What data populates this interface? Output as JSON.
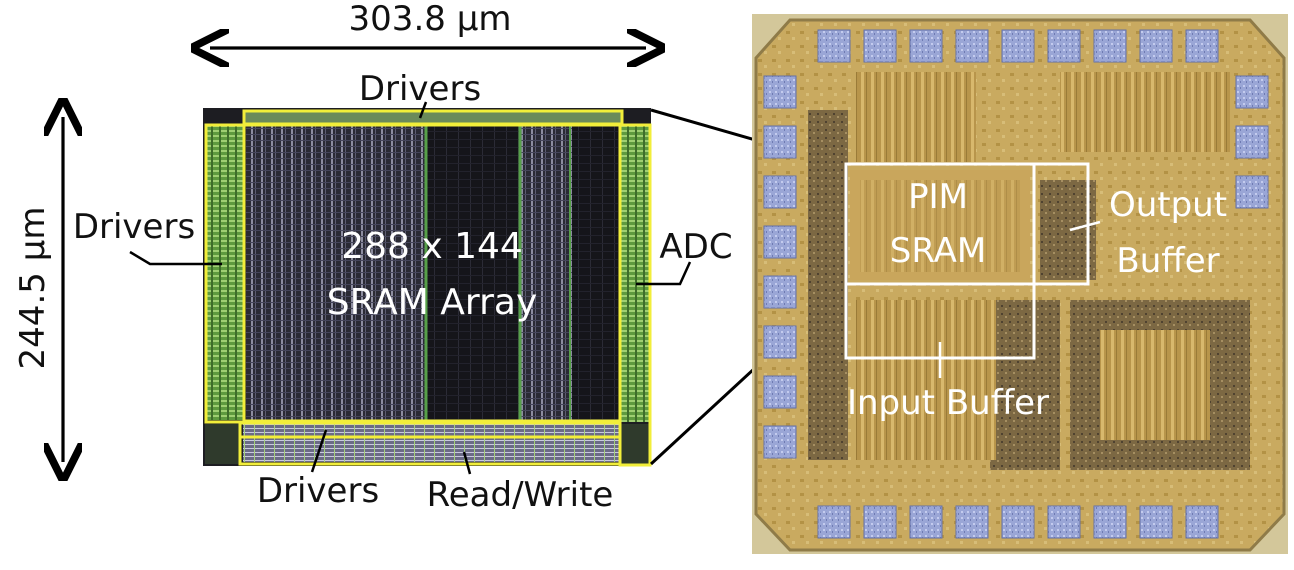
{
  "layout_view": {
    "width_dimension": "303.8 µm",
    "height_dimension": "244.5 µm",
    "labels": {
      "drivers_top": "Drivers",
      "drivers_left": "Drivers",
      "drivers_bottom": "Drivers",
      "read_write": "Read/Write",
      "adc": "ADC",
      "array_line1": "288 x 144",
      "array_line2": "SRAM Array"
    }
  },
  "die_photo": {
    "labels": {
      "pim_line1": "PIM",
      "pim_line2": "SRAM",
      "output_line1": "Output",
      "output_line2": "Buffer",
      "input_buffer": "Input Buffer"
    }
  },
  "colors": {
    "highlight_yellow": "#f2ee3a",
    "die_gold": "#c8a95e",
    "pad_blue": "#9aa6d6",
    "array_dark": "#22222a",
    "driver_green": "#6fb04a",
    "outline_white": "#ffffff"
  }
}
